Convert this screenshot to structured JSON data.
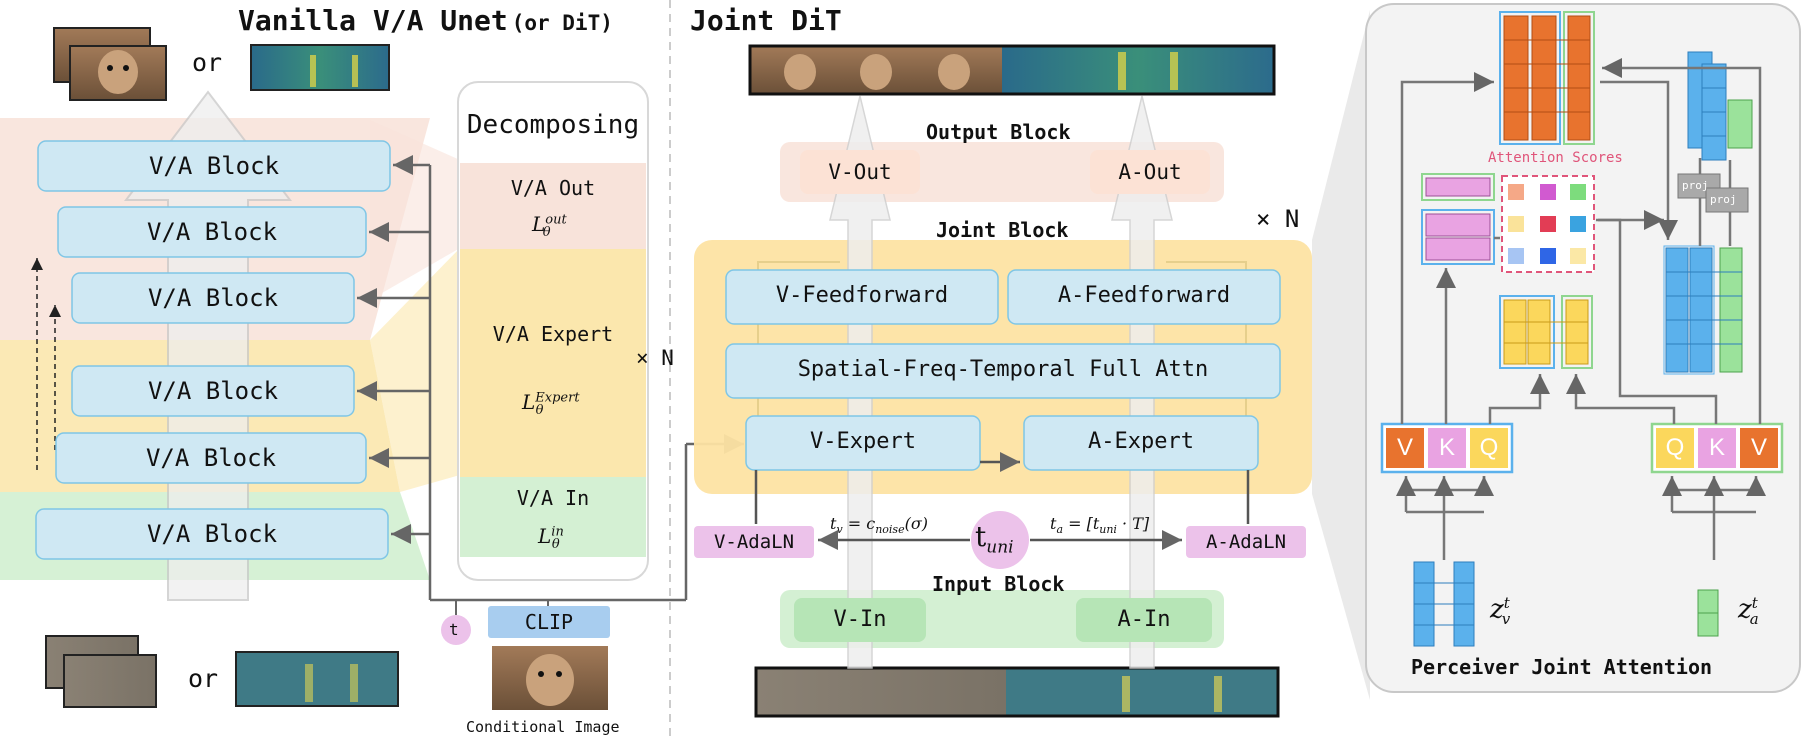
{
  "titles": {
    "vanilla": "Vanilla V/A Unet",
    "vanilla_suffix": "(or DiT)",
    "joint": "Joint DiT",
    "perceiver": "Perceiver Joint Attention"
  },
  "left": {
    "or_top": "or",
    "or_bottom": "or",
    "blocks": [
      "V/A Block",
      "V/A Block",
      "V/A Block",
      "V/A Block",
      "V/A Block",
      "V/A Block"
    ],
    "t_label": "t",
    "clip": "CLIP",
    "conditional_image": "Conditional Image"
  },
  "decompose": {
    "title": "Decomposing",
    "out_label": "V/A Out",
    "out_loss": "L",
    "out_loss_sub": "θ",
    "out_loss_sup": "out",
    "expert_label": "V/A Expert",
    "expert_loss": "L",
    "expert_loss_sub": "θ",
    "expert_loss_sup": "Expert",
    "in_label": "V/A In",
    "in_loss": "L",
    "in_loss_sub": "θ",
    "in_loss_sup": "in",
    "times_n": "× N"
  },
  "joint": {
    "output_block": "Output Block",
    "v_out": "V-Out",
    "a_out": "A-Out",
    "joint_block": "Joint Block",
    "times_n": "× N",
    "v_ff": "V-Feedforward",
    "a_ff": "A-Feedforward",
    "full_attn": "Spatial-Freq-Temporal Full Attn",
    "v_expert": "V-Expert",
    "a_expert": "A-Expert",
    "v_adaln": "V-AdaLN",
    "a_adaln": "A-AdaLN",
    "tv_eq": "t",
    "tv_sub": "v",
    "tv_rhs": " = c",
    "tv_rhs_sub": "noise",
    "tv_rhs_tail": "(σ)",
    "ta_eq": "t",
    "ta_sub": "a",
    "ta_rhs": " = [t",
    "ta_rhs_sub": "uni",
    "ta_rhs_tail": " · T]",
    "t_uni": "t",
    "t_uni_sub": "uni",
    "input_block": "Input Block",
    "v_in": "V-In",
    "a_in": "A-In"
  },
  "perceiver": {
    "attention_scores": "Attention Scores",
    "proj1": "proj",
    "proj2": "proj",
    "v_letter_left": "V",
    "k_letter_left": "K",
    "q_letter_left": "Q",
    "q_letter_right": "Q",
    "k_letter_right": "K",
    "v_letter_right": "V",
    "zv": "z",
    "zv_sub": "v",
    "zv_sup": "t",
    "za": "z",
    "za_sub": "a",
    "za_sup": "t"
  },
  "colors": {
    "block_blue": "#cfe8f3",
    "block_border": "#5fb7e0",
    "pink_bg": "#f8ddd3",
    "yellow_bg": "#fbe3a0",
    "green_bg": "#cfeecf",
    "orange": "#e8732e",
    "pink": "#e9a3e2",
    "yellow_cell": "#fbd75c",
    "blue_cell": "#5bb1ec",
    "green_cell": "#9be29b"
  }
}
